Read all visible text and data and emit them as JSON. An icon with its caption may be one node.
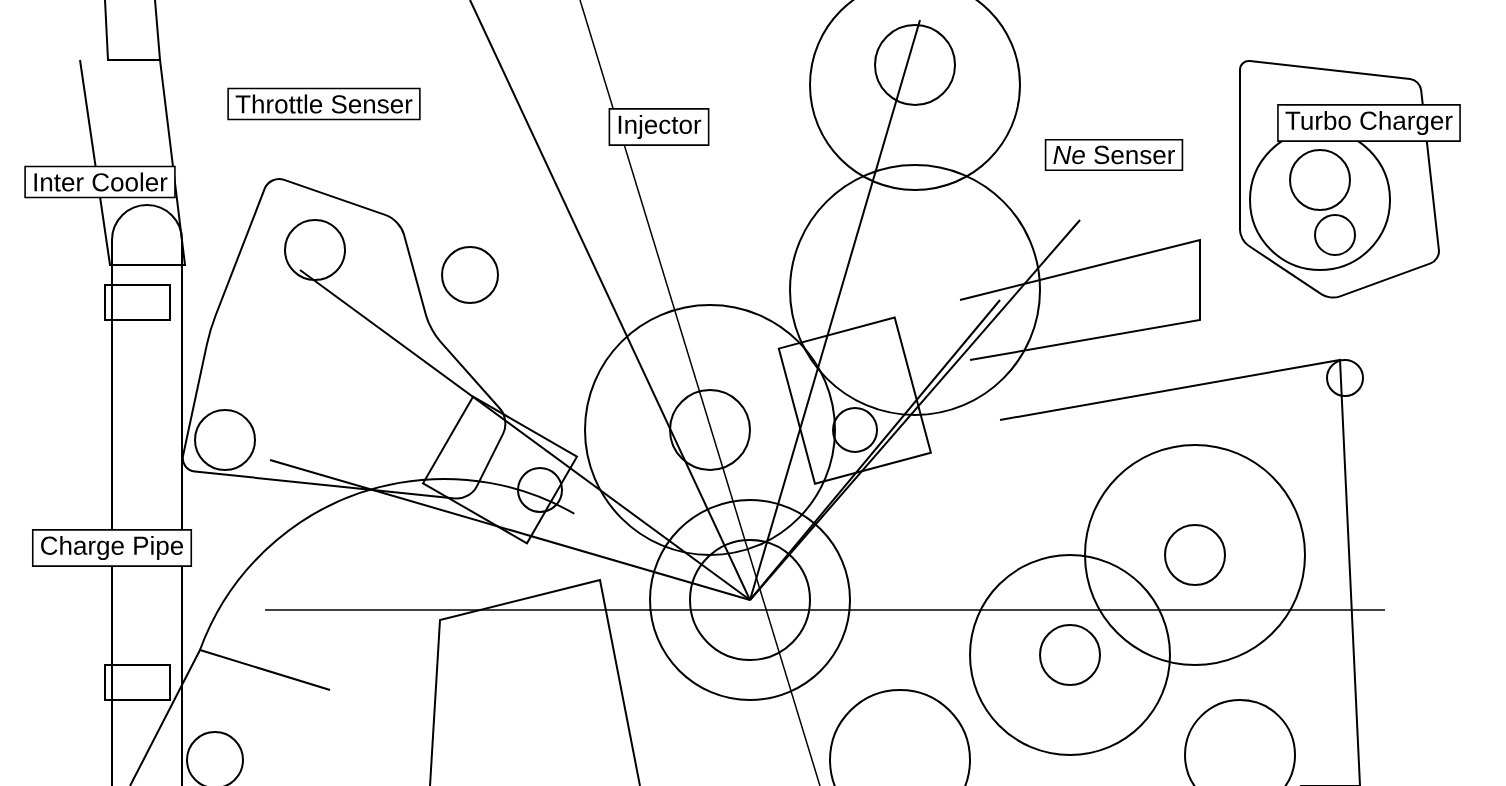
{
  "diagram": {
    "nodes": [
      {
        "text": [
          "Throttle Senser"
        ]
      },
      {
        "text": [
          "Turbo Charger"
        ]
      },
      {
        "text": [
          "Injector"
        ]
      },
      {
        "text": [
          "*Ne* Senser"
        ]
      },
      {
        "text": [
          "Inter Cooler"
        ]
      },
      {
        "text": [
          "Charge Pipe"
        ]
      }
    ]
  }
}
